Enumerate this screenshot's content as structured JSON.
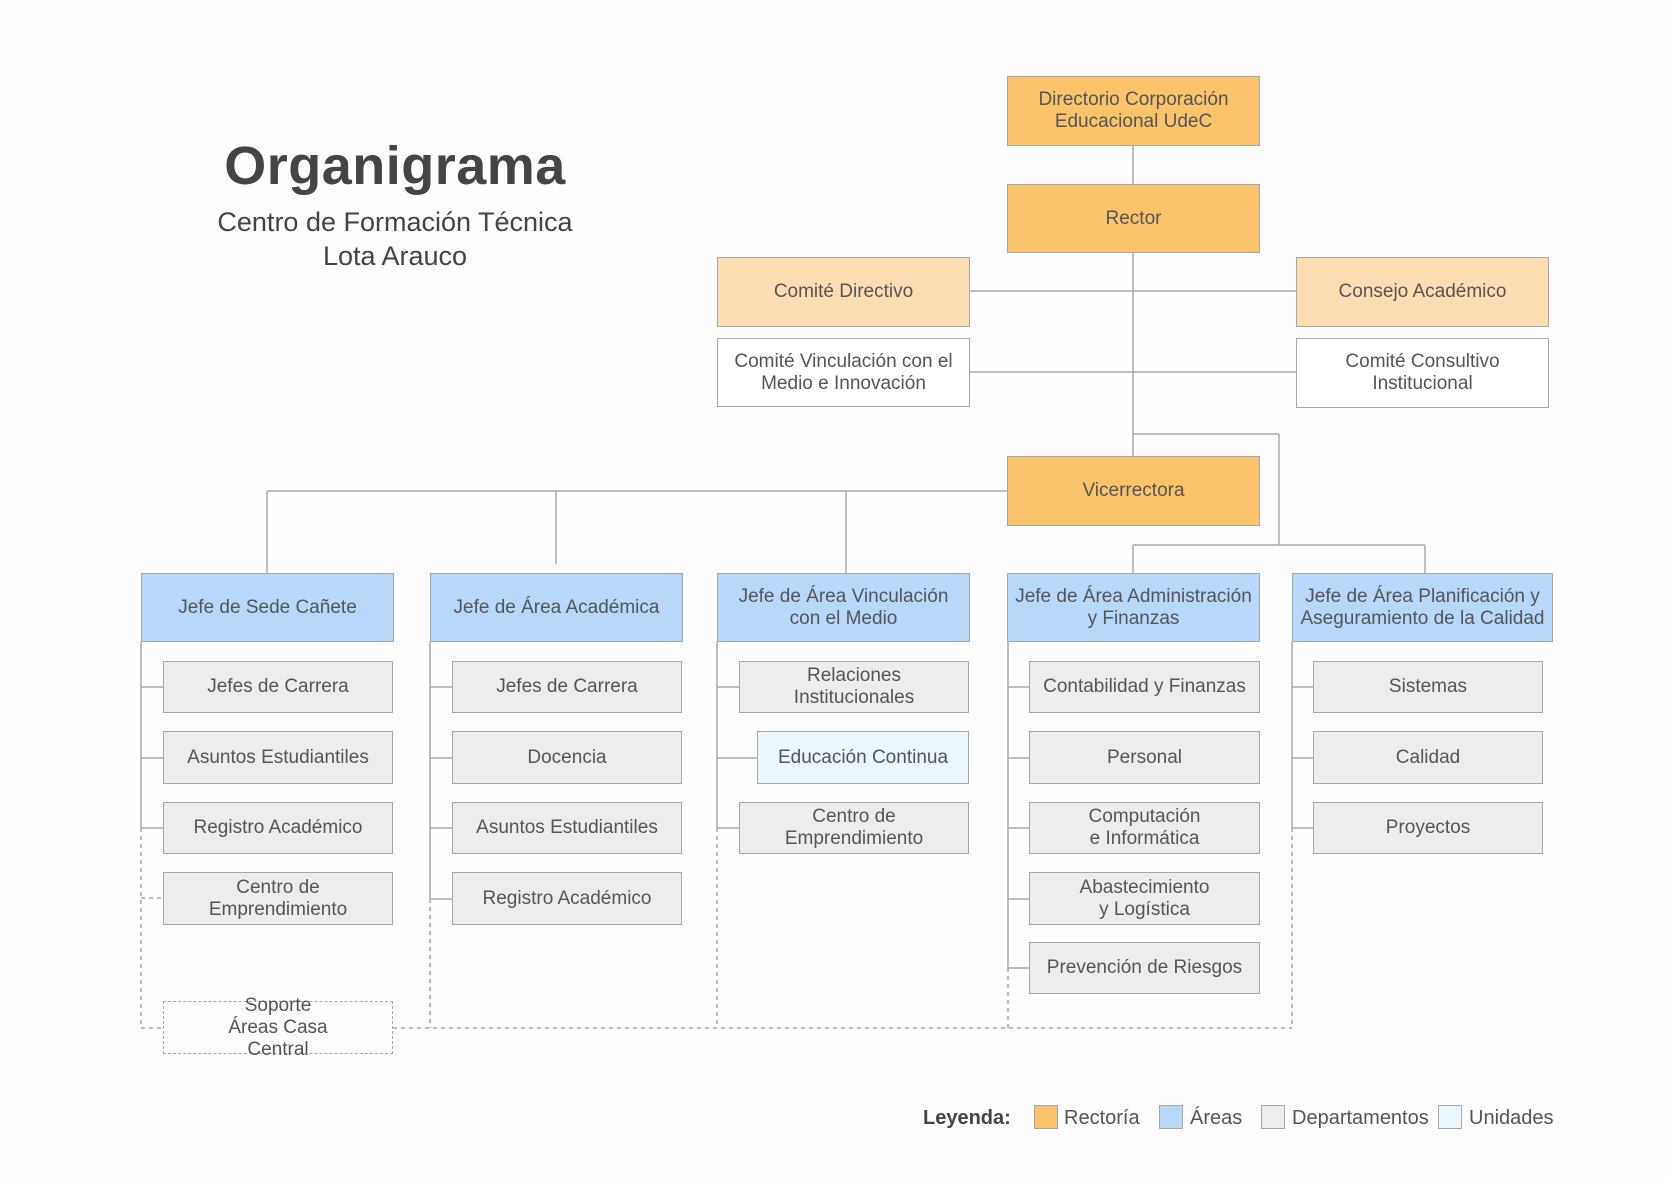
{
  "header": {
    "title": "Organigrama",
    "subtitle_line1": "Centro de Formación Técnica",
    "subtitle_line2": "Lota Arauco"
  },
  "top": {
    "directorio": "Directorio Corporación Educacional UdeC",
    "rector": "Rector",
    "comite_directivo": "Comité Directivo",
    "consejo_academico": "Consejo Académico",
    "comite_vinculacion": "Comité Vinculación con el Medio e Innovación",
    "comite_consultivo": "Comité Consultivo Institucional",
    "vicerrectora": "Vicerrectora"
  },
  "areas": [
    {
      "title": "Jefe de Sede Cañete",
      "departments": [
        "Jefes de Carrera",
        "Asuntos Estudiantiles",
        "Registro Académico",
        "Centro de Emprendimiento"
      ]
    },
    {
      "title": "Jefe de Área Académica",
      "departments": [
        "Jefes de Carrera",
        "Docencia",
        "Asuntos Estudiantiles",
        "Registro Académico"
      ]
    },
    {
      "title": "Jefe de Área Vinculación con el Medio",
      "departments": [
        "Relaciones Institucionales",
        "Educación Continua",
        "Centro de Emprendimiento"
      ]
    },
    {
      "title": "Jefe de Área Administración y Finanzas",
      "departments": [
        "Contabilidad y Finanzas",
        "Personal",
        "Computación e Informática",
        "Abastecimiento y Logística",
        "Prevención de Riesgos"
      ]
    },
    {
      "title": "Jefe de Área Planificación y Aseguramiento de la Calidad",
      "departments": [
        "Sistemas",
        "Calidad",
        "Proyectos"
      ]
    }
  ],
  "soporte": "Soporte Áreas Casa Central",
  "legend": {
    "title": "Leyenda:",
    "items": [
      {
        "label": "Rectoría",
        "color": "#fbc36c"
      },
      {
        "label": "Áreas",
        "color": "#b7d7fb"
      },
      {
        "label": "Departamentos",
        "color": "#ededed"
      },
      {
        "label": "Unidades",
        "color": "#eaf7fc"
      }
    ]
  }
}
